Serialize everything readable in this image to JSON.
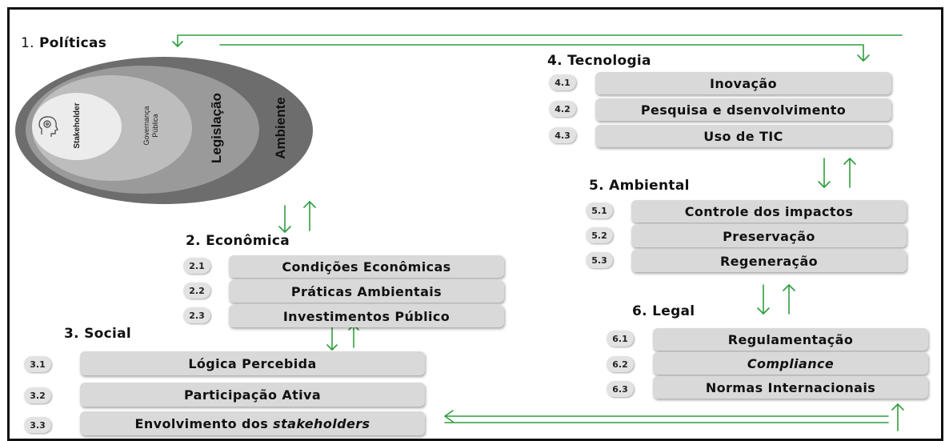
{
  "sections": {
    "politicas": {
      "number": "1.",
      "title": "Políticas"
    },
    "economica": {
      "number": "2.",
      "title": "Econômica"
    },
    "social": {
      "number": "3.",
      "title": "Social"
    },
    "tecnologia": {
      "number": "4.",
      "title": "Tecnologia"
    },
    "ambiental": {
      "number": "5.",
      "title": "Ambiental"
    },
    "legal": {
      "number": "6.",
      "title": "Legal"
    }
  },
  "circles": {
    "stakeholder": "Stakeholder",
    "governanca_1": "Governança",
    "governanca_2": "Pública",
    "legislacao": "Legislação",
    "ambiente": "Ambiente",
    "icon": "head-gear-icon"
  },
  "items": {
    "economica": [
      {
        "num": "2.1",
        "label": "Condições Econômicas"
      },
      {
        "num": "2.2",
        "label": "Práticas Ambientais"
      },
      {
        "num": "2.3",
        "label": "Investimentos Público"
      }
    ],
    "social": [
      {
        "num": "3.1",
        "label": "Lógica Percebida"
      },
      {
        "num": "3.2",
        "label": "Participação Ativa"
      },
      {
        "num": "3.3",
        "label_prefix": "Envolvimento dos ",
        "label_italic": "stakeholders"
      }
    ],
    "tecnologia": [
      {
        "num": "4.1",
        "label": "Inovação"
      },
      {
        "num": "4.2",
        "label": "Pesquisa e dsenvolvimento"
      },
      {
        "num": "4.3",
        "label": "Uso de TIC"
      }
    ],
    "ambiental": [
      {
        "num": "5.1",
        "label": "Controle dos impactos"
      },
      {
        "num": "5.2",
        "label": "Preservação"
      },
      {
        "num": "5.3",
        "label": "Regeneração"
      }
    ],
    "legal": [
      {
        "num": "6.1",
        "label": "Regulamentação"
      },
      {
        "num": "6.2",
        "label": "Compliance"
      },
      {
        "num": "6.3",
        "label": "Normas Internacionais"
      }
    ]
  },
  "colors": {
    "arrow": "#2e9e3e",
    "pill": "#d9d9d9",
    "outer_ellipse": "#6d6d6d",
    "mid_ellipse": "#9a9a9a",
    "inner_ellipse": "#bdbdbd",
    "core_ellipse": "#e6e6e6"
  }
}
